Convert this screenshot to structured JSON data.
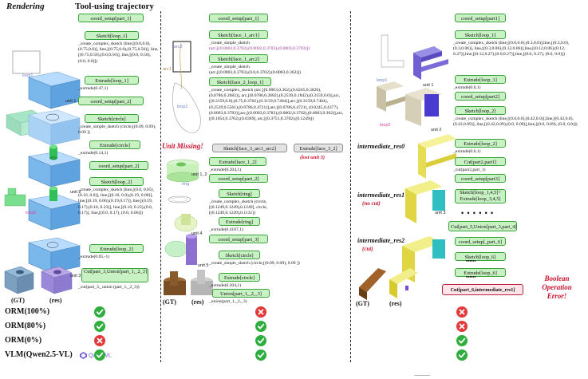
{
  "header": {
    "rendering": "Rendering",
    "trajectory": "Tool-using trajectory"
  },
  "col1": {
    "steps": [
      {
        "pill": "coord_setup[part_1]"
      },
      {
        "pill": "Sketch[loop_1]",
        "code": "_create_complex_sketch (line,[(0.0,0.0),(0.75,0.0)], line,[(0.75,0.0),(0.75,0.56)], line,[(0.75,0.56),(0.0,0.56)], line,[(0.0, 0.56), (0.0, 0.0)])"
      },
      {
        "pill": "Extrude[loop_1]",
        "code": "_extrude(0.47,1)"
      },
      {
        "pill": "coord_setup[part_2]"
      },
      {
        "pill": "Sketch[circle]",
        "code": "_create_simple_sketch (circle,[(0.09, 0.09), 0.09 ])"
      },
      {
        "pill": "Extrude[circle]",
        "code": "_extrude(0.14,1)"
      },
      {
        "pill": "coord_setup[part_2]"
      },
      {
        "pill": "Sketch[loop_2]",
        "code": "_create_complex_sketch (line,[(0.0, 0.05),(0.10, 0.0)], line,[(0.10, 0.0),(0.19, 0.06)], line,[(0.19, 0.06),(0.19,0.17)], line,[(0.19, 0.17),(0.10, 0.23)], line,[(0.10, 0.23),(0.0, 0.17)], line,[(0.0, 0.17), (0.0, 0.06)])"
      },
      {
        "pill": "Extrude[loop_2]",
        "code": "_extrude(0.05,-1)"
      },
      {
        "pill": "Cut[part_3,Union[part_1,_2_3]]",
        "code": "_cut(part_3,_union (part_1,_2_3))"
      }
    ],
    "labels": {
      "loop1": "loop1",
      "unit1": "unit 1",
      "unit2": "unit 2",
      "unit3": "unit 3",
      "loop2": "loop2",
      "gt": "(GT)",
      "res": "(res)"
    }
  },
  "col2": {
    "labels": {
      "arc2": "arc2",
      "arc1": "arc1",
      "loop1": "loop1",
      "unit12": "unit 1, 2",
      "ring": "ring",
      "unit4": "unit 4",
      "unit5": "unit 5",
      "gt": "(GT)",
      "res": "(res)"
    },
    "missing": "Unit  Missing!",
    "steps": [
      {
        "pill": "coord_setup[part_1]"
      },
      {
        "pill": "Sketch[face_1_arc1]",
        "code_pre": "_create_simple_sketch",
        "code": "(arc,[(0.0003,0.3783),(0.0002,0.3702),(0.0003,0.3783)])"
      },
      {
        "pill": "Sketch[face_1_arc2]",
        "code_pre": "_create_simple_sketch",
        "code": "(arc,[(0.0003,0.3783),(0.0,0.3702),(0.0003,0.362)])"
      },
      {
        "pill": "Sketch[face_2_loop_1]",
        "code": "_create_complex_sketch (arc,[(0.0003,0.362),(0.0245,0.3026),(0.0786,0.2682)], arc,[(0.0786,0.2682),(0.2539,0.1842),(0.3159,0.0)],arc,[(0.3159,0.0),(0.75,0.3702),(0.3159,0.7404)],arc,[(0.3159,0.7404),(0.2539,0.5561),(0.0786,0.4721)],arc,[(0.0786,0.4721), (0.0245,0.4377),(0.0003,0.3783)],arc,[(0.0003,0.3783),(0.0002,0.3702),(0.0003,0.362)],arc,[(0.1054,0.3702),(0.0369], arc,[(0.3751,0.3702),(0.1249)])"
      },
      {
        "pill_gray1": "Sketch[face_3_arc1_arc2]",
        "pill_gray2": "Extrude[face_3_2]",
        "lost": "(lost unit 3)"
      },
      {
        "pill": "Extrude[face_1_2]",
        "code": "_extrude(0.204,1)"
      },
      {
        "pill": "coord_setup[part_2]"
      },
      {
        "pill": "Sketch[ring]",
        "code": "_create_complex_sketch (circle,[(0.1249,0.1249),0.1249], circle,[(0.1249,0.1249),0.1131])"
      },
      {
        "pill": "Extrude[ring]",
        "code": "_extrude(0.4107,1)"
      },
      {
        "pill": "coord_setup[part_3]"
      },
      {
        "pill": "Sketch[circle]",
        "code": "_create_simple_sketch (circle,[(0.09, 0.09), 0.09 ])"
      },
      {
        "pill": "Extrude[circle]",
        "code": "_extrude(0.204,1)"
      },
      {
        "pill": "Union[part_1,_2,_3]",
        "code": "_union(part_1,_2,_3)"
      }
    ]
  },
  "col3": {
    "steps": [
      {
        "pill": "coord_setup[part1]"
      },
      {
        "pill": "Sketch[loop_1]",
        "code": "_create_complex_sketch (line,[(0.0,0.0),(0.3,0.0)],line,[(0.3,0.0),(0.3,0.06)], line,[(0.3,0.06),(0.12,0.06)],line,[(0.12,0.06),(0.12, 0.27)],line,[(0.12,0.27),(0.0,0.27)],line,[(0.0, 0.27), (0.0, 0.0)])"
      },
      {
        "pill": "Extrude[loop_1]",
        "code": "_extrude(0.6,1)"
      },
      {
        "pill": "coord_setup[part2]"
      },
      {
        "pill": "Sketch[loop_2]",
        "code": "_create_complex_sketch (line,[(0.0,0.0),(0.42,0.0)],line,[(0.42,0.0),(0.42,0.09)], line,[(0.42,0.09),(0.0, 0.09)],line,[(0.0, 0.09), (0.0, 0.0)])"
      },
      {
        "pill": "Extrude[loop_2]",
        "code": "_extrude(0.6,1)"
      },
      {
        "pill": "Cut[part2,part1]",
        "code": "_cut(part2,part_1)"
      },
      {
        "pill": "coord_setup[part3]"
      },
      {
        "pill": "Sketch[loop_1,4,5]+ Extrude[loop_3,4,5]"
      },
      {
        "dots": "• • • • • •"
      },
      {
        "pill": "Cut[part_5,Union[part_3,part_4]]"
      },
      {
        "pill": "coord_setup[_part_6]"
      },
      {
        "pill": "Sketch[loop_6]"
      },
      {
        "dots": "••••••"
      },
      {
        "pill": "Extrude[loop_6]"
      },
      {
        "dots": "••••••"
      },
      {
        "pill": "Cut[part_6,intermediate_res1]"
      }
    ],
    "labels": {
      "loop1": "loop1",
      "loop2": "loop2",
      "unit1": "unit 1",
      "unit2": "unit 2",
      "unit3": "unit 3",
      "gt": "(GT)",
      "res": "(res)"
    },
    "inter0": "intermediate_res0",
    "inter1": "intermediate_res1",
    "inter1_sub": "(no cut)",
    "inter2": "intermediate_res2",
    "inter2_sub": "(cut)",
    "error": "Boolean Operation Error!"
  },
  "rows": [
    {
      "label": "ORM(100%)",
      "marks": [
        "check",
        "cross",
        "cross"
      ]
    },
    {
      "label": "ORM(80%)",
      "marks": [
        "check",
        "check",
        "cross"
      ]
    },
    {
      "label": "ORM(0%)",
      "marks": [
        "cross",
        "check",
        "check"
      ]
    },
    {
      "label": "VLM(Qwen2.5-VL)",
      "marks": [
        "check",
        "check",
        "check"
      ]
    }
  ],
  "qwen": "Qwen VL",
  "colors": {
    "check": "#2fae3f",
    "cross": "#e23a3a",
    "pill_fill": "#c9f2c4",
    "pill_border": "#3aa23a"
  }
}
